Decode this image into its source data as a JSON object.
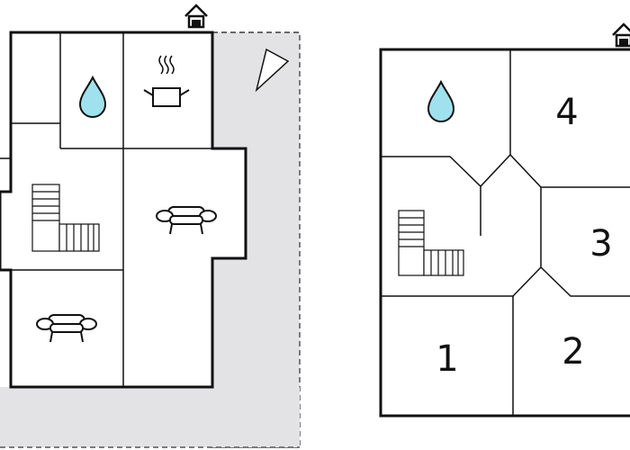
{
  "colors": {
    "wall": "#111111",
    "terrace": "#e3e3e6",
    "terrace_border": "#555555",
    "water": "#9fe1ec",
    "background": "#ffffff"
  },
  "ground_floor": {
    "icons": [
      "house-entrance-icon",
      "water-drop-icon",
      "cooking-pot-icon",
      "compass-pointer-icon",
      "staircase-icon",
      "sofa-icon",
      "sofa-icon"
    ]
  },
  "upper_floor": {
    "room_numbers": [
      "1",
      "2",
      "3",
      "4"
    ],
    "icons": [
      "house-entrance-icon",
      "water-drop-icon",
      "staircase-icon"
    ]
  }
}
